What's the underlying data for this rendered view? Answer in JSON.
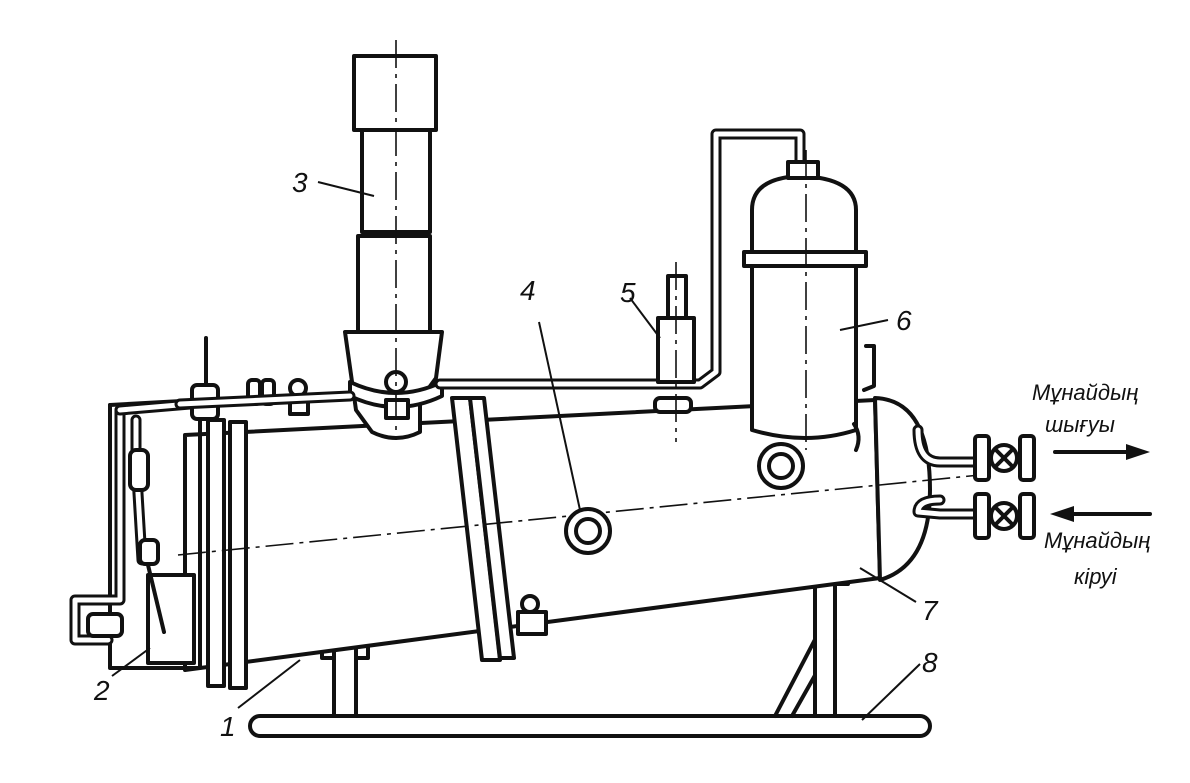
{
  "labels": {
    "heater_body": "1",
    "front_head": "2",
    "chimney": "3",
    "manhole": "4",
    "valve": "5",
    "tank": "6",
    "rear_head": "7",
    "skid": "8"
  },
  "flows": {
    "outlet_line1": "Мұнайдың",
    "outlet_line2": "шығуы",
    "inlet_line1": "Мұнайдың",
    "inlet_line2": "кіруі"
  }
}
